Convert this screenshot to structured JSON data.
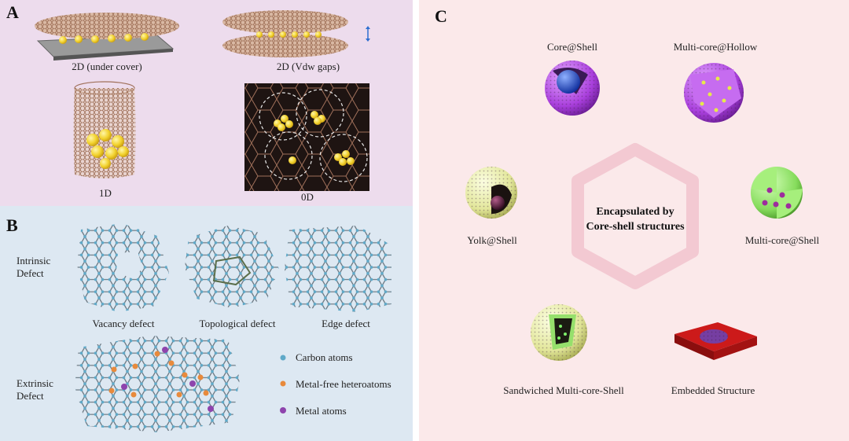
{
  "panel_a": {
    "letter": "A",
    "labels": [
      "2D (under cover)",
      "2D (Vdw gaps)",
      "1D",
      "0D"
    ]
  },
  "panel_b": {
    "letter": "B",
    "intrinsic_label": "Intrinsic\nDefect",
    "extrinsic_label": "Extrinsic\nDefect",
    "defects": [
      "Vacancy defect",
      "Topological defect",
      "Edge defect"
    ],
    "legend": [
      {
        "label": "Carbon atoms",
        "color": "#5fa9c8"
      },
      {
        "label": "Metal-free heteroatoms",
        "color": "#e88a3c"
      },
      {
        "label": "Metal atoms",
        "color": "#8e44ad"
      }
    ]
  },
  "panel_c": {
    "letter": "C",
    "center_line1": "Encapsulated by",
    "center_line2": "Core-shell structures",
    "structures": [
      "Core@Shell",
      "Multi-core@Hollow",
      "Yolk@Shell",
      "Multi-core@Shell",
      "Sandwiched Multi-core-Shell",
      "Embedded Structure"
    ]
  },
  "colors": {
    "panel_a_bg": "#eddced",
    "panel_b_bg": "#dde8f2",
    "panel_c_bg": "#fbe9ea",
    "graphene": "#a8775c",
    "gold": "#f2d22e",
    "purple_shell": "#b14be0",
    "green_shell": "#8fe06a",
    "yellow_shell": "#e4e8a0",
    "red_plate": "#cc1a1a"
  }
}
